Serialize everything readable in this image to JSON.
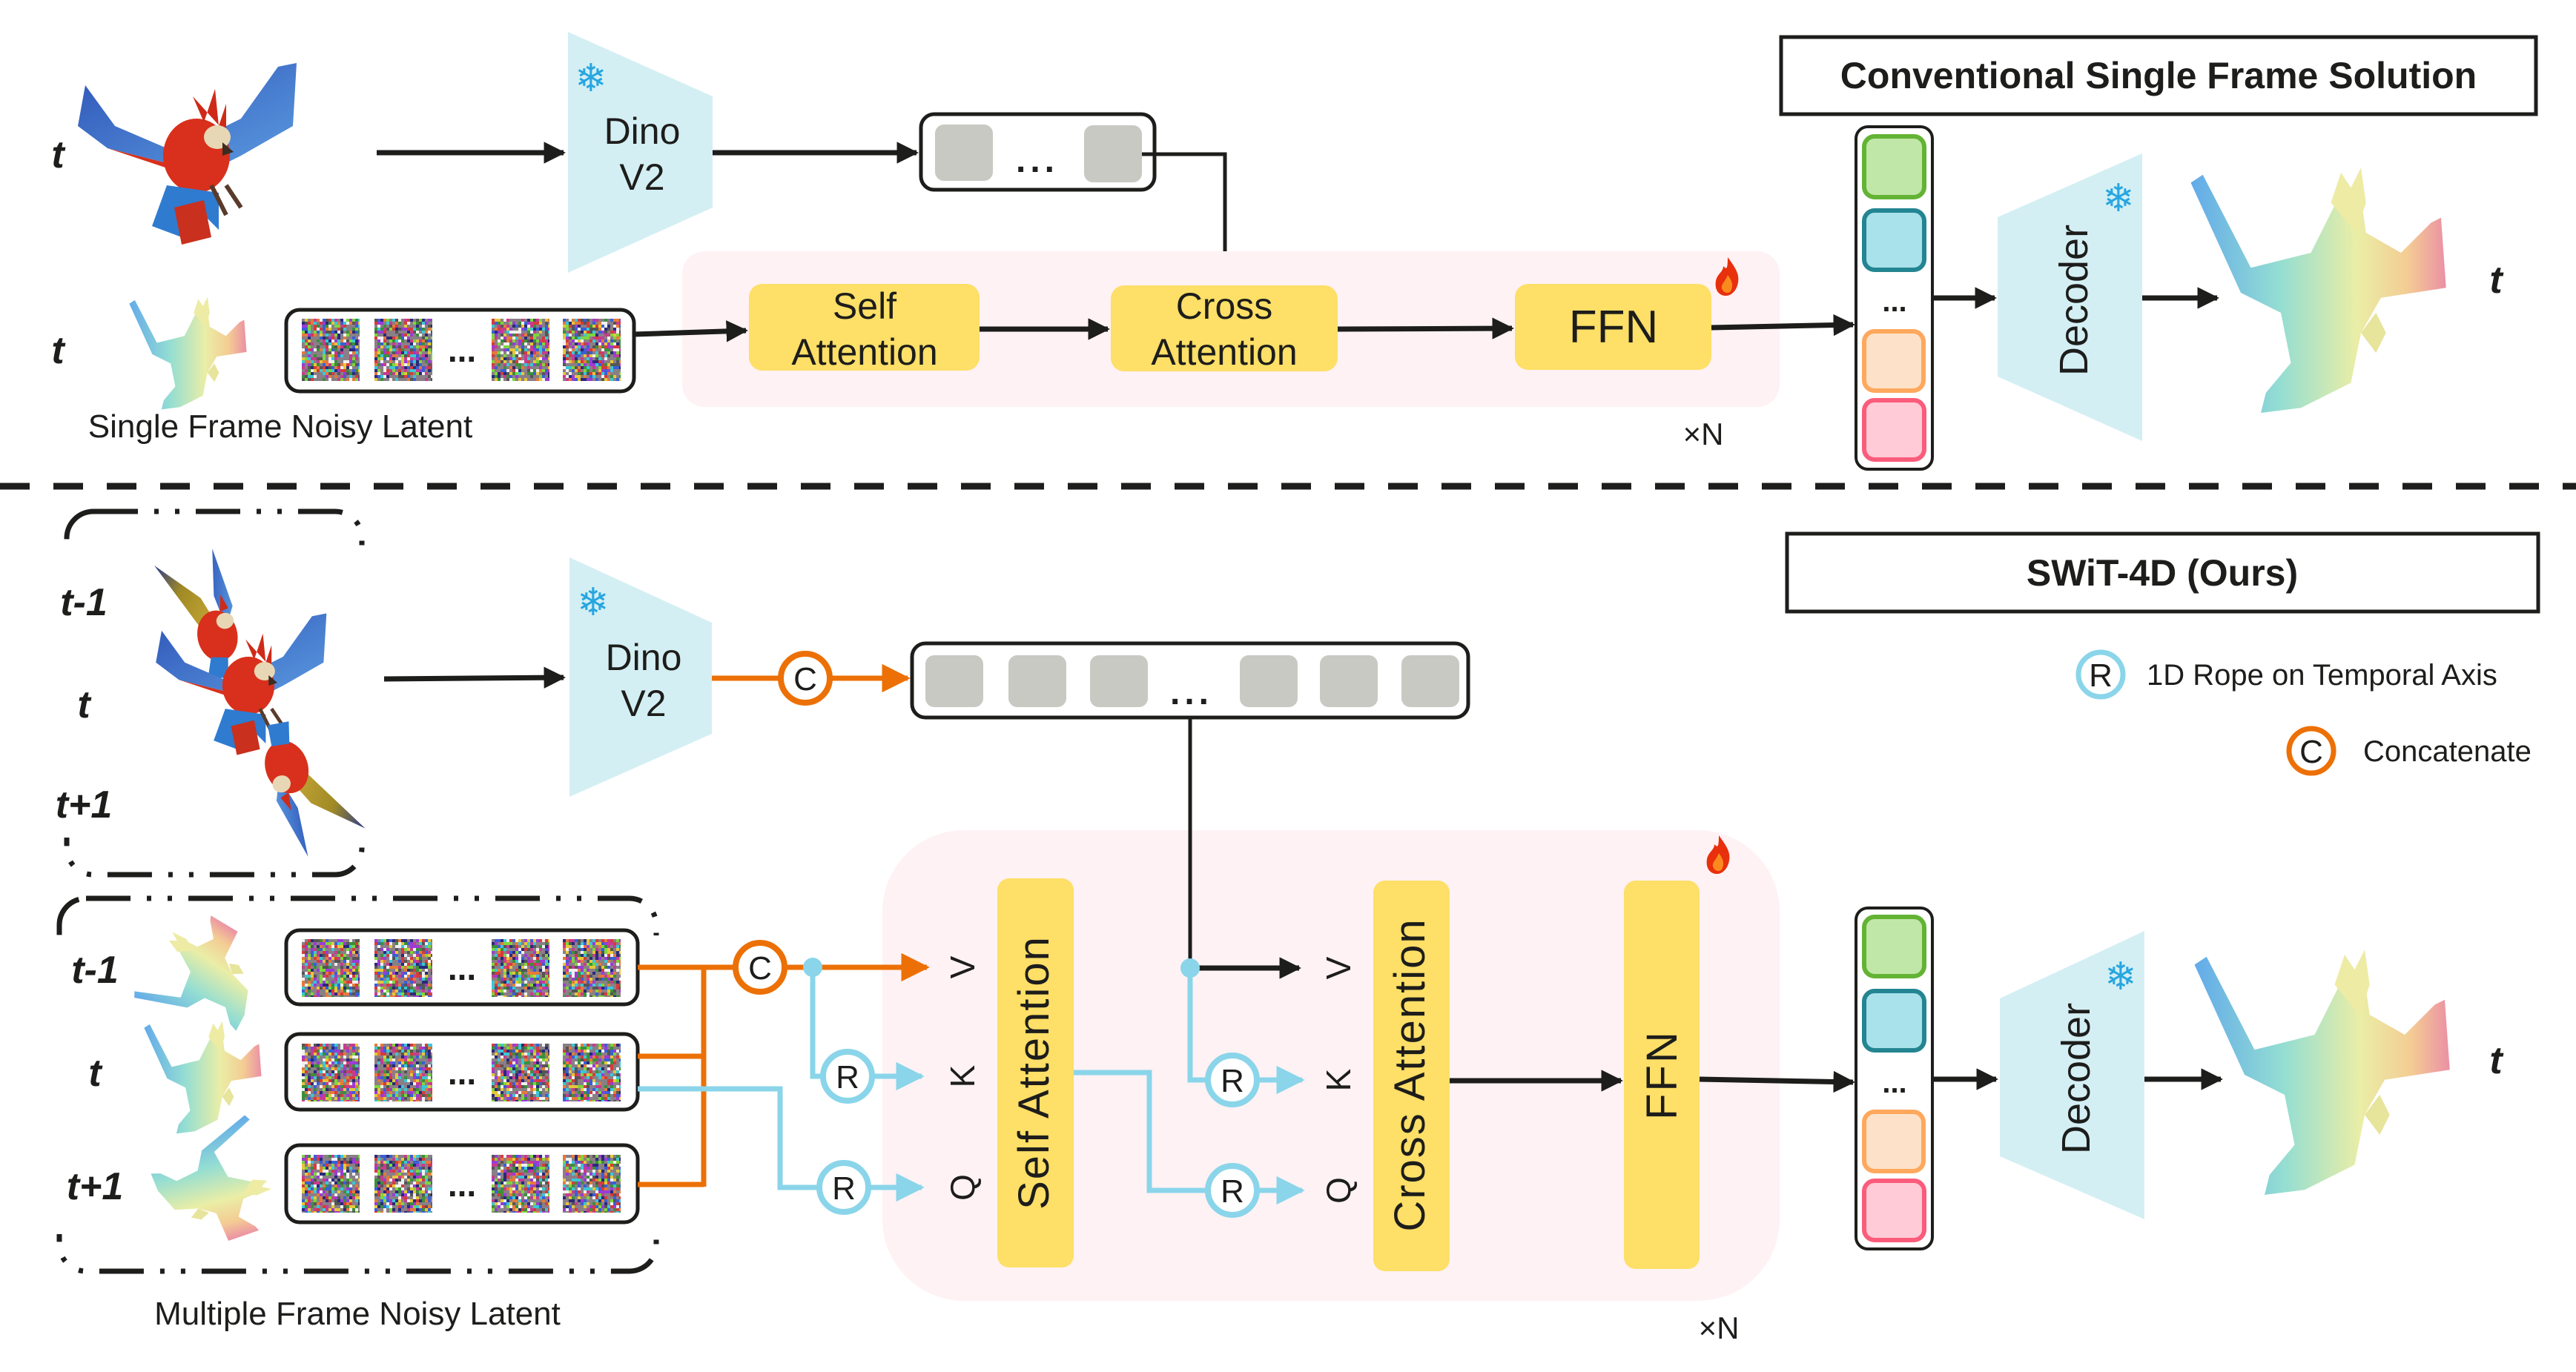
{
  "colors": {
    "ink": "#1d1d1b",
    "encoder_fill": "#d4eff4",
    "block_fill": "#fedf67",
    "panel_fill": "#fef2f4",
    "token_gray": "#c8c9c3",
    "concat_orange": "#ec7005",
    "rope_blue": "#8ad5ea",
    "token_green": {
      "fill": "#c1e7a8",
      "stroke": "#63b334"
    },
    "token_teal": {
      "fill": "#a9e2ea",
      "stroke": "#248592"
    },
    "token_orange": {
      "fill": "#fde2c9",
      "stroke": "#fea85d"
    },
    "token_pink": {
      "fill": "#fecbd7",
      "stroke": "#fb5c7b"
    }
  },
  "top": {
    "title": "Conventional Single Frame Solution",
    "input_image_label": "t",
    "latent_mesh_label": "t",
    "encoder": {
      "line1": "Dino",
      "line2": "V2",
      "icon": "snowflake-icon"
    },
    "latent_caption": "Single Frame Noisy Latent",
    "latent_ellipsis": "...",
    "token_ellipsis": "...",
    "blocks": {
      "self_attention": {
        "line1": "Self",
        "line2": "Attention"
      },
      "cross_attention": {
        "line1": "Cross",
        "line2": "Attention"
      },
      "ffn": "FFN"
    },
    "trainable_icon": "flame-icon",
    "repeat": "×N",
    "decoder": {
      "label": "Decoder",
      "icon": "snowflake-icon"
    },
    "output_label": "t",
    "output_token_ellipsis": "..."
  },
  "bottom": {
    "title": "SWiT-4D (Ours)",
    "input_labels": [
      "t-1",
      "t",
      "t+1"
    ],
    "latent_labels": [
      "t-1",
      "t",
      "t+1"
    ],
    "encoder": {
      "line1": "Dino",
      "line2": "V2",
      "icon": "snowflake-icon"
    },
    "latent_caption": "Multiple Frame Noisy Latent",
    "latent_ellipsis": "...",
    "token_ellipsis": "...",
    "concat_symbol": "C",
    "rope_symbol": "R",
    "qkv": {
      "v": "V",
      "k": "K",
      "q": "Q"
    },
    "blocks": {
      "self_attention": "Self Attention",
      "cross_attention": "Cross Attention",
      "ffn": "FFN"
    },
    "trainable_icon": "flame-icon",
    "repeat": "×N",
    "decoder": {
      "label": "Decoder",
      "icon": "snowflake-icon"
    },
    "output_label": "t",
    "output_token_ellipsis": "...",
    "legend": [
      {
        "symbol": "R",
        "kind": "rope",
        "label": "1D Rope on Temporal Axis"
      },
      {
        "symbol": "C",
        "kind": "concat",
        "label": "Concatenate"
      }
    ]
  }
}
